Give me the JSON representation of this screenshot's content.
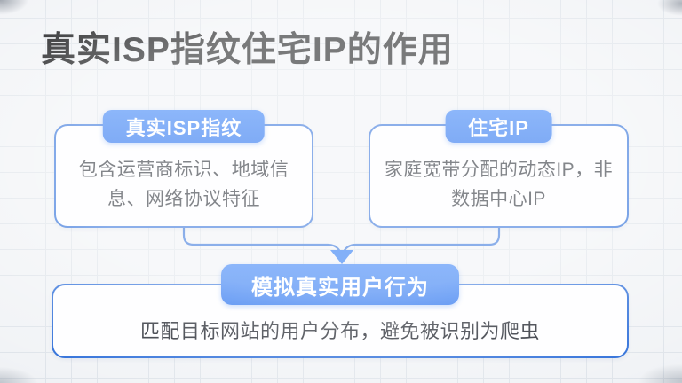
{
  "title": "真实ISP指纹住宅IP的作用",
  "colors": {
    "accent_blue": "#1b6ff2",
    "card_border_blue": "#2d6ed9",
    "title_black": "#0b0c0e",
    "background_gray": "#f1f3f6"
  },
  "diagram": {
    "top_cards": [
      {
        "header": "真实ISP指纹",
        "body": "包含运营商标识、地域信息、网络协议特征"
      },
      {
        "header": "住宅IP",
        "body": "家庭宽带分配的动态IP，非数据中心IP"
      }
    ],
    "result_card": {
      "header": "模拟真实用户行为",
      "body": "匹配目标网站的用户分布，避免被识别为爬虫"
    },
    "connector": "merge-arrow-down"
  }
}
